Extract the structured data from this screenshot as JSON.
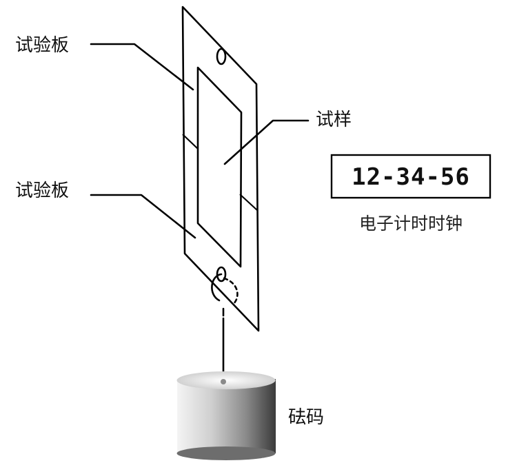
{
  "labels": {
    "test_plate_top": "试验板",
    "test_plate_bottom": "试验板",
    "sample": "试样",
    "weight": "砝码"
  },
  "timer": {
    "display": "12-34-56",
    "caption": "电子计时时钟"
  }
}
